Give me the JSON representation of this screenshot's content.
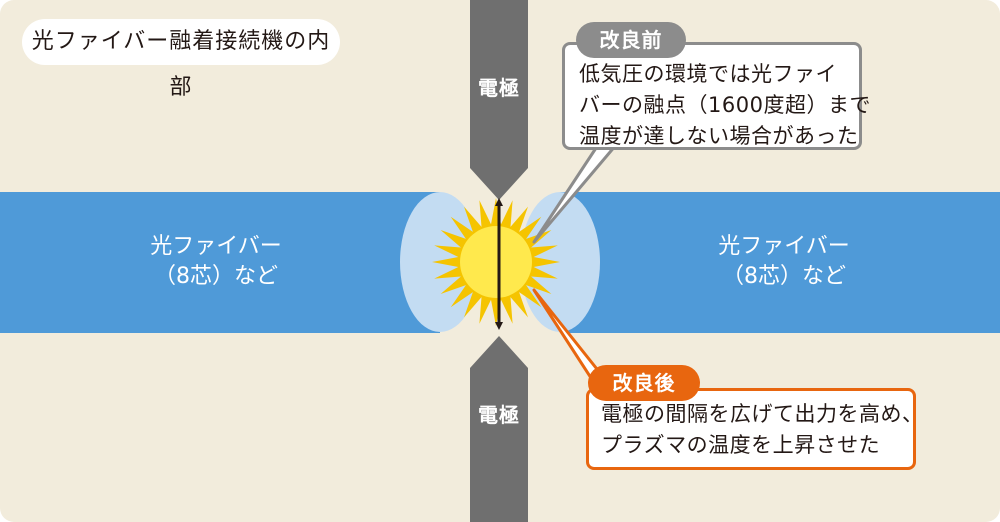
{
  "title": "光ファイバー融着接続機の内部",
  "electrode": {
    "top_label": "電極",
    "bottom_label": "電極"
  },
  "fiber": {
    "left": {
      "line1": "光ファイバー",
      "line2": "（8芯）など"
    },
    "right": {
      "line1": "光ファイバー",
      "line2": "（8芯）など"
    }
  },
  "before": {
    "tag": "改良前",
    "lines": [
      "低気圧の環境では光ファイ",
      "バーの融点（1600度超）まで",
      "温度が達しない場合があった"
    ]
  },
  "after": {
    "tag": "改良後",
    "lines": [
      "電極の間隔を広げて出力を高め、",
      "プラズマの温度を上昇させた"
    ]
  },
  "colors": {
    "background": "#f2ecdc",
    "fiber": "#4f9ad8",
    "fiber_end": "#c3dcf2",
    "electrode": "#6f6f6f",
    "spark_outer": "#f5c400",
    "spark_inner": "#ffe94d",
    "before_accent": "#8c8c8c",
    "after_accent": "#e8660f"
  }
}
